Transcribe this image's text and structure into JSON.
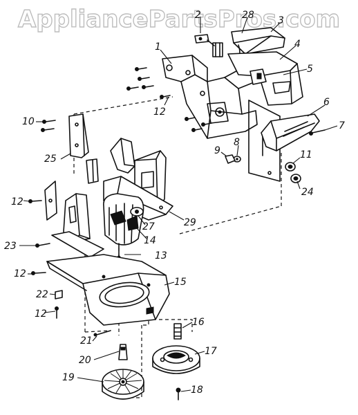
{
  "watermark": "AppliancePartsPros.com",
  "callouts": [
    {
      "id": "1",
      "text": "1"
    },
    {
      "id": "2",
      "text": "2"
    },
    {
      "id": "28",
      "text": "28"
    },
    {
      "id": "3",
      "text": "3"
    },
    {
      "id": "4",
      "text": "4"
    },
    {
      "id": "5",
      "text": "5"
    },
    {
      "id": "6",
      "text": "6"
    },
    {
      "id": "7",
      "text": "7"
    },
    {
      "id": "8",
      "text": "8"
    },
    {
      "id": "9",
      "text": "9"
    },
    {
      "id": "10",
      "text": "10"
    },
    {
      "id": "11",
      "text": "11"
    },
    {
      "id": "12a",
      "text": "12"
    },
    {
      "id": "12b",
      "text": "12"
    },
    {
      "id": "12c",
      "text": "12"
    },
    {
      "id": "12d",
      "text": "12"
    },
    {
      "id": "13",
      "text": "13"
    },
    {
      "id": "14",
      "text": "14"
    },
    {
      "id": "15",
      "text": "15"
    },
    {
      "id": "16",
      "text": "16"
    },
    {
      "id": "17",
      "text": "17"
    },
    {
      "id": "18",
      "text": "18"
    },
    {
      "id": "19",
      "text": "19"
    },
    {
      "id": "20",
      "text": "20"
    },
    {
      "id": "21",
      "text": "21"
    },
    {
      "id": "22",
      "text": "22"
    },
    {
      "id": "23",
      "text": "23"
    },
    {
      "id": "24",
      "text": "24"
    },
    {
      "id": "25",
      "text": "25"
    },
    {
      "id": "27",
      "text": "27"
    },
    {
      "id": "29",
      "text": "29"
    }
  ]
}
